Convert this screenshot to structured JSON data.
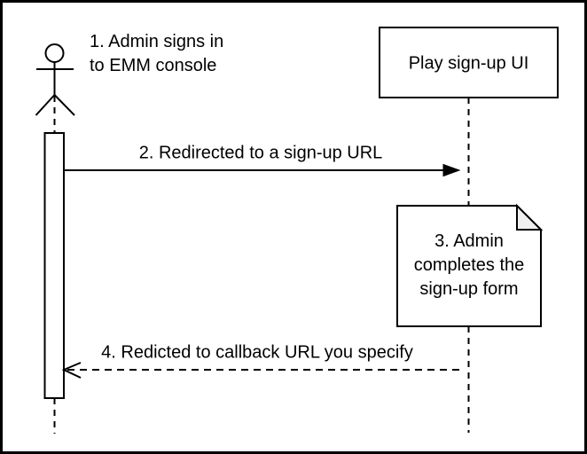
{
  "diagram": {
    "type": "uml-sequence-diagram",
    "colors": {
      "background": "#ffffff",
      "stroke": "#000000",
      "text": "#000000",
      "note_fold_fill": "#f0f0f0",
      "shape_fill": "#ffffff"
    },
    "actor": {
      "name": "Admin",
      "label_line1": "1. Admin signs in",
      "label_line2": "to EMM console"
    },
    "participant": {
      "label": "Play sign-up UI"
    },
    "messages": [
      {
        "label": "2. Redirected to a sign-up URL",
        "style": "solid",
        "direction": "right",
        "arrowhead": "filled"
      },
      {
        "label": "4. Redicted to callback URL you specify",
        "style": "dashed",
        "direction": "left",
        "arrowhead": "open"
      }
    ],
    "note": {
      "line1": "3. Admin",
      "line2": "completes the",
      "line3": "sign-up form"
    }
  }
}
